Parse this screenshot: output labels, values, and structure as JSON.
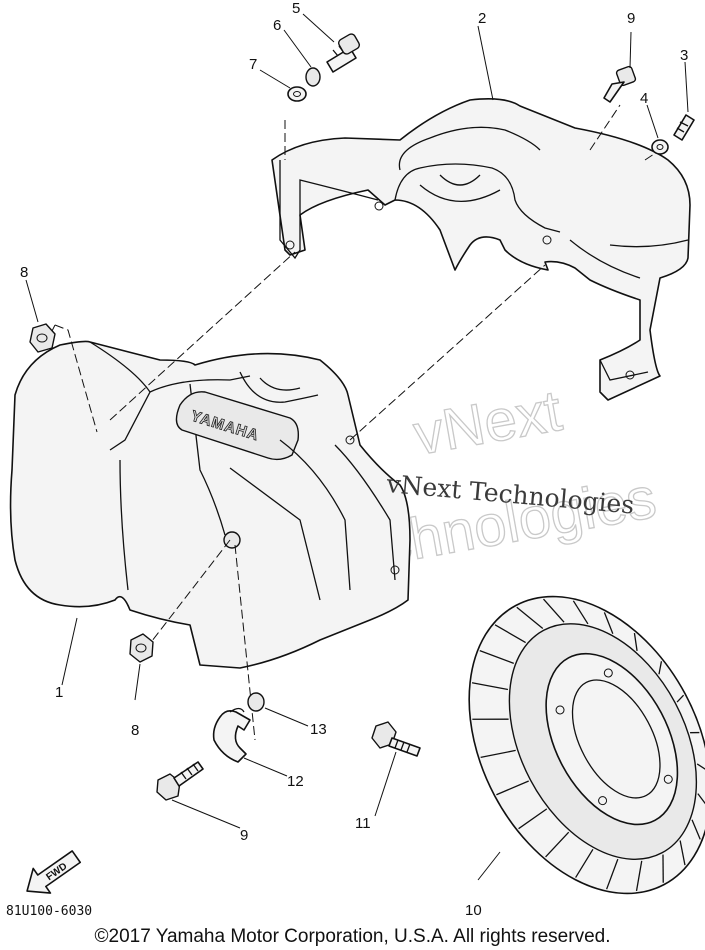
{
  "diagram": {
    "callouts": {
      "c1": "1",
      "c2": "2",
      "c3": "3",
      "c4": "4",
      "c5": "5",
      "c6": "6",
      "c7": "7",
      "c8a": "8",
      "c8b": "8",
      "c9a": "9",
      "c9b": "9",
      "c10": "10",
      "c11": "11",
      "c12": "12",
      "c13": "13"
    },
    "cover_logo": "YAMAHA",
    "fwd_label": "FWD",
    "part_number": "81U100-6030",
    "watermark": {
      "large_line1": "vNext",
      "large_line2": "Technologies",
      "small": "vNext Technologies"
    }
  },
  "footer": {
    "copyright": "©2017 Yamaha Motor Corporation, U.S.A. All rights reserved."
  }
}
